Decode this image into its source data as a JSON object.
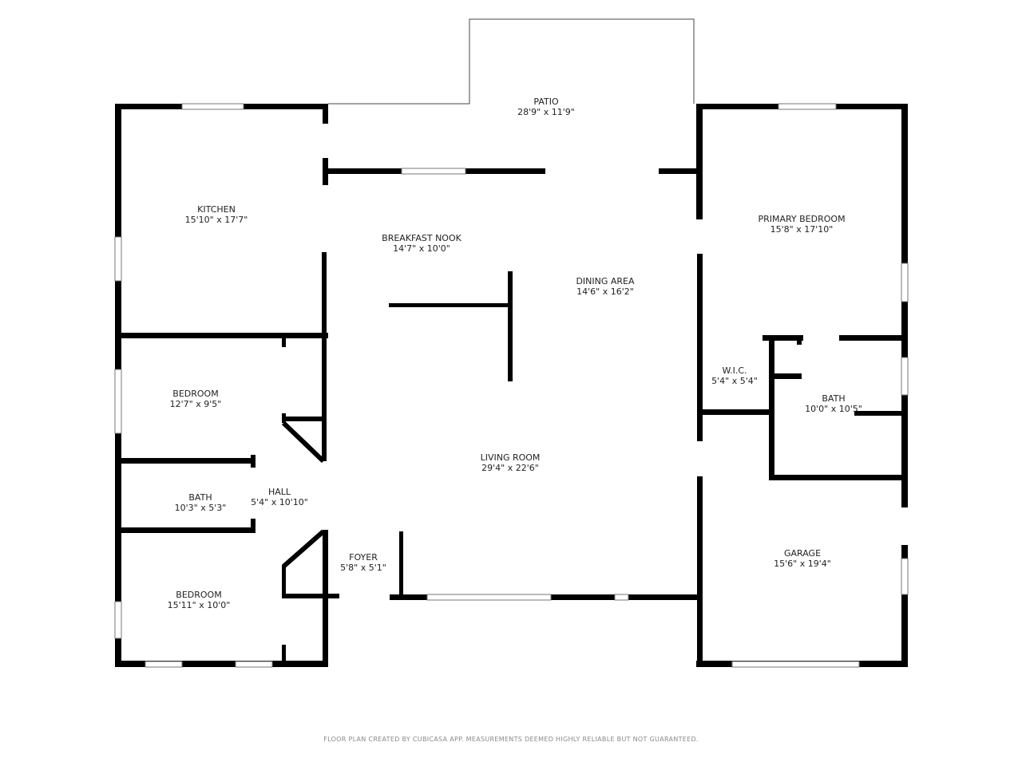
{
  "rooms": [
    {
      "name": "PATIO",
      "size": "28'9\" x 11'9\""
    },
    {
      "name": "KITCHEN",
      "size": "15'10\" x 17'7\""
    },
    {
      "name": "BREAKFAST NOOK",
      "size": "14'7\" x 10'0\""
    },
    {
      "name": "DINING AREA",
      "size": "14'6\" x 16'2\""
    },
    {
      "name": "PRIMARY BEDROOM",
      "size": "15'8\" x 17'10\""
    },
    {
      "name": "BEDROOM",
      "size": "12'7\" x 9'5\""
    },
    {
      "name": "W.I.C.",
      "size": "5'4\" x 5'4\""
    },
    {
      "name": "BATH",
      "size": "10'0\" x 10'5\""
    },
    {
      "name": "LIVING ROOM",
      "size": "29'4\" x 22'6\""
    },
    {
      "name": "BATH",
      "size": "10'3\" x 5'3\""
    },
    {
      "name": "HALL",
      "size": "5'4\" x 10'10\""
    },
    {
      "name": "GARAGE",
      "size": "15'6\" x 19'4\""
    },
    {
      "name": "FOYER",
      "size": "5'8\" x 5'1\""
    },
    {
      "name": "BEDROOM",
      "size": "15'11\" x 10'0\""
    }
  ],
  "footer": "FLOOR PLAN CREATED BY CUBICASA APP. MEASUREMENTS DEEMED HIGHLY RELIABLE BUT NOT GUARANTEED."
}
